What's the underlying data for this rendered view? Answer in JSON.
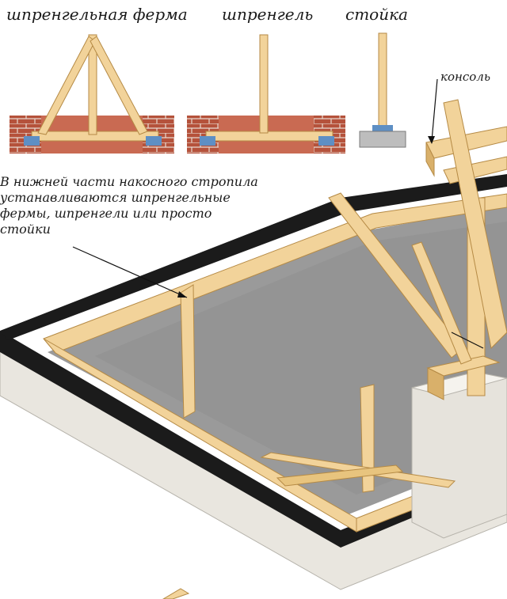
{
  "labels": {
    "truss": "шпренгельная ферма",
    "strut": "шпренгель",
    "post": "стойка",
    "console": "консоль"
  },
  "note": {
    "lines": [
      "В нижней части накосного стропила",
      "устанавливаются шпренгельные",
      "фермы, шпренгели или просто",
      "стойки"
    ]
  },
  "colors": {
    "wood": "#f2d39a",
    "wood_dark": "#d9b06a",
    "brick": "#b5523b",
    "slab": "#9a9a9a",
    "foundation": "#e9e6df",
    "black_band": "#1b1b1b"
  }
}
